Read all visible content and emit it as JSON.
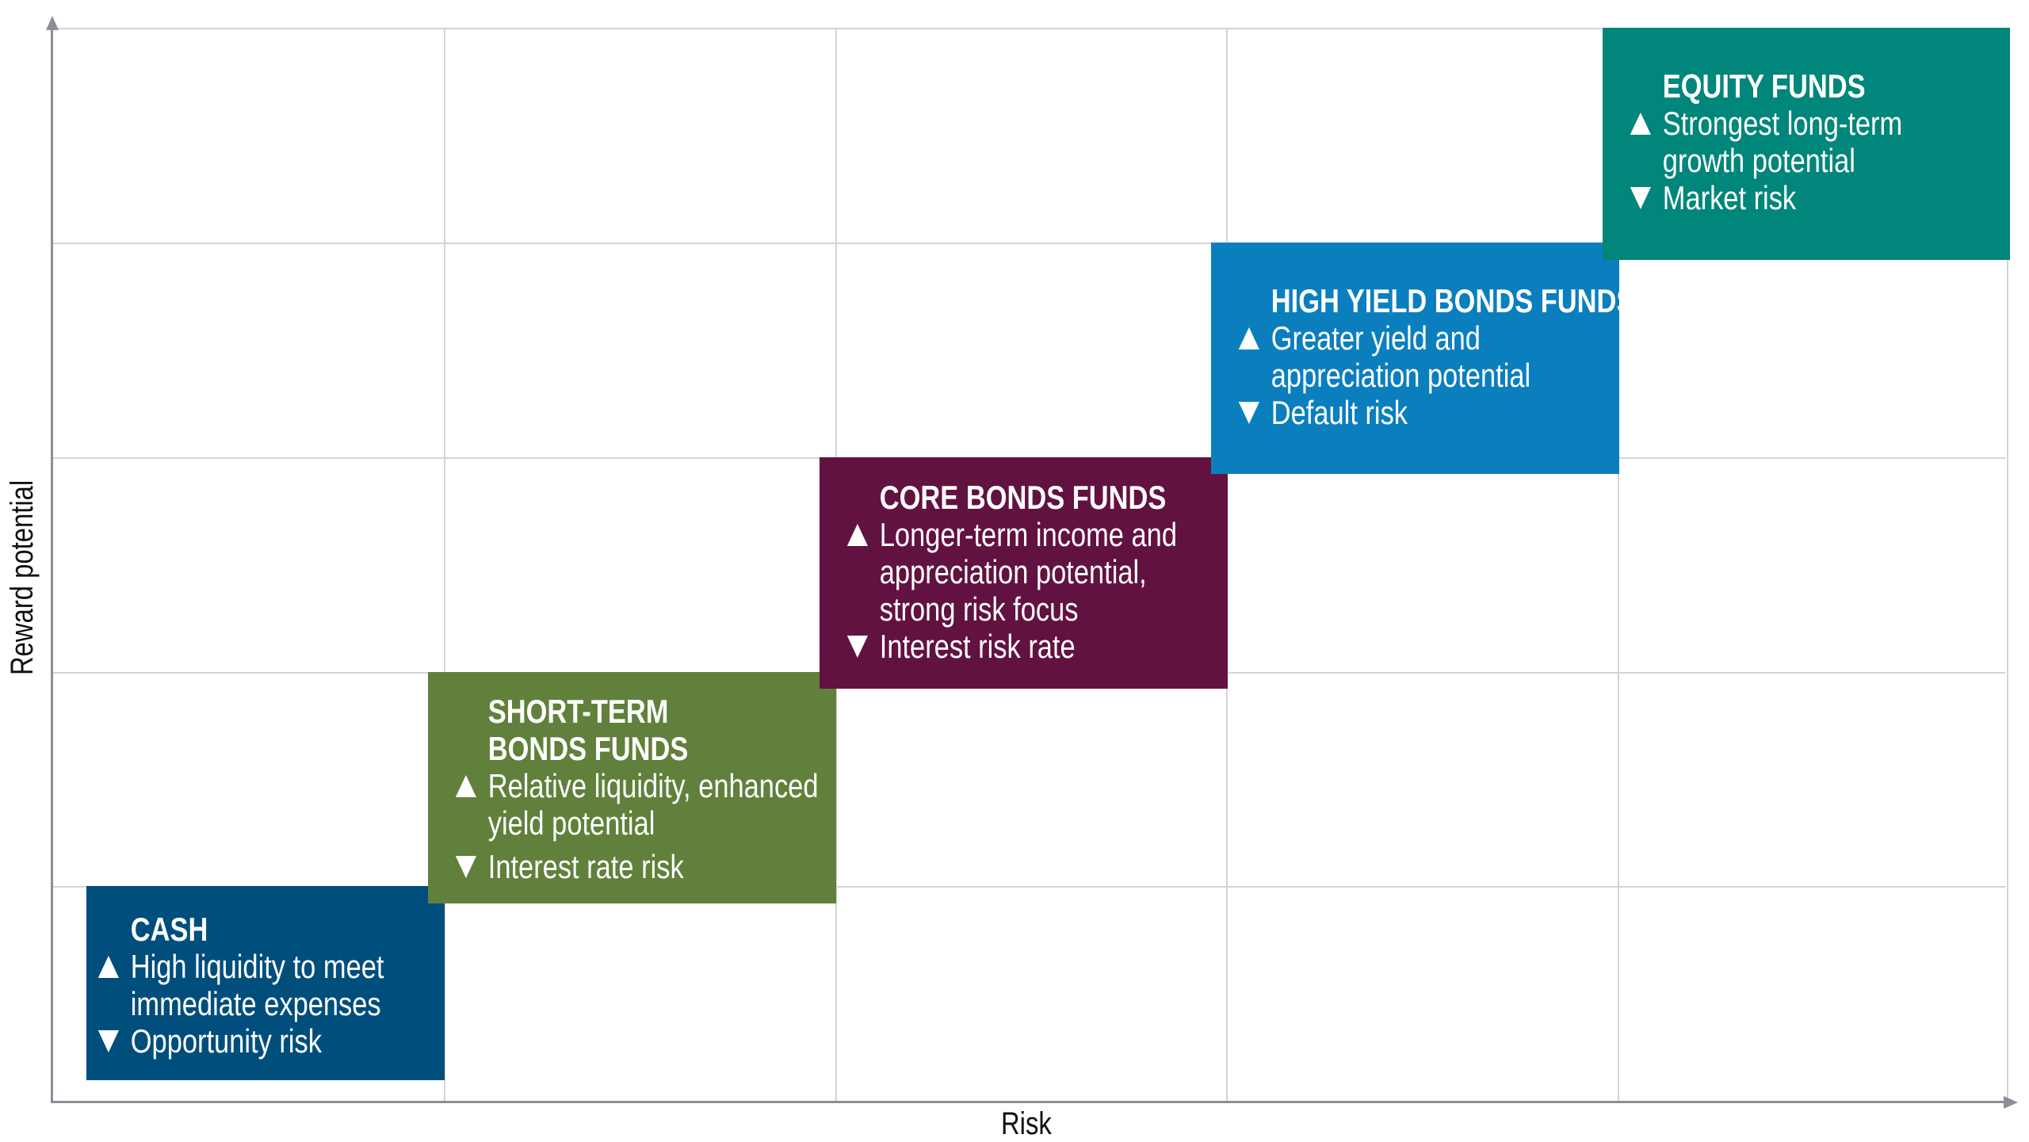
{
  "axes": {
    "x_label": "Risk",
    "y_label": "Reward potential"
  },
  "colors": {
    "cash": "#004e7c",
    "short_term": "#61803b",
    "core": "#621240",
    "high_yield": "#0b7fbe",
    "equity": "#00867a",
    "grid": "#d4d4d4",
    "axis": "#8a8f96"
  },
  "boxes": {
    "cash": {
      "title": "CASH",
      "up": "High liquidity to meet\nimmediate expenses",
      "down": "Opportunity risk"
    },
    "short_term": {
      "title": "SHORT-TERM\nBONDS FUNDS",
      "up": "Relative liquidity, enhanced\nyield potential",
      "down": "Interest rate risk"
    },
    "core": {
      "title": "CORE BONDS FUNDS",
      "up": "Longer-term income and\nappreciation potential,\nstrong risk focus",
      "down": "Interest risk rate"
    },
    "high_yield": {
      "title": "HIGH YIELD BONDS FUNDS",
      "up": "Greater yield and\nappreciation potential",
      "down": "Default risk"
    },
    "equity": {
      "title": "EQUITY FUNDS",
      "up": "Strongest long-term\ngrowth potential",
      "down": "Market risk"
    }
  },
  "icons": {
    "up": "triangle-up-icon",
    "down": "triangle-down-icon"
  }
}
